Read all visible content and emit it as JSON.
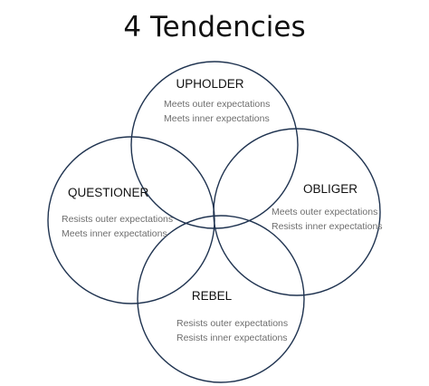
{
  "title": "4 Tendencies",
  "stroke_color": "#1f3350",
  "tendencies": {
    "upholder": {
      "name": "UPHOLDER",
      "lines": [
        "Meets outer expectations",
        "Meets inner expectations"
      ]
    },
    "questioner": {
      "name": "QUESTIONER",
      "lines": [
        "Resists outer expectations",
        "Meets inner expectations"
      ]
    },
    "obliger": {
      "name": "OBLIGER",
      "lines": [
        "Meets outer expectations",
        "Resists inner expectations"
      ]
    },
    "rebel": {
      "name": "REBEL",
      "lines": [
        "Resists outer expectations",
        "Resists inner expectations"
      ]
    }
  }
}
